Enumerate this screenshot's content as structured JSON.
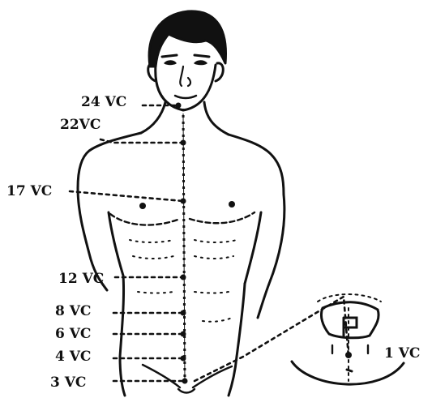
{
  "diagram": {
    "ink_color": "#111111",
    "background": "#ffffff",
    "labels": {
      "vc24": "24 VC",
      "vc22": "22VC",
      "vc17": "17 VC",
      "vc12": "12 VC",
      "vc8": "8 VC",
      "vc6": "6 VC",
      "vc4": "4 VC",
      "vc3": "3 VC",
      "vc1": "1 VC"
    }
  }
}
